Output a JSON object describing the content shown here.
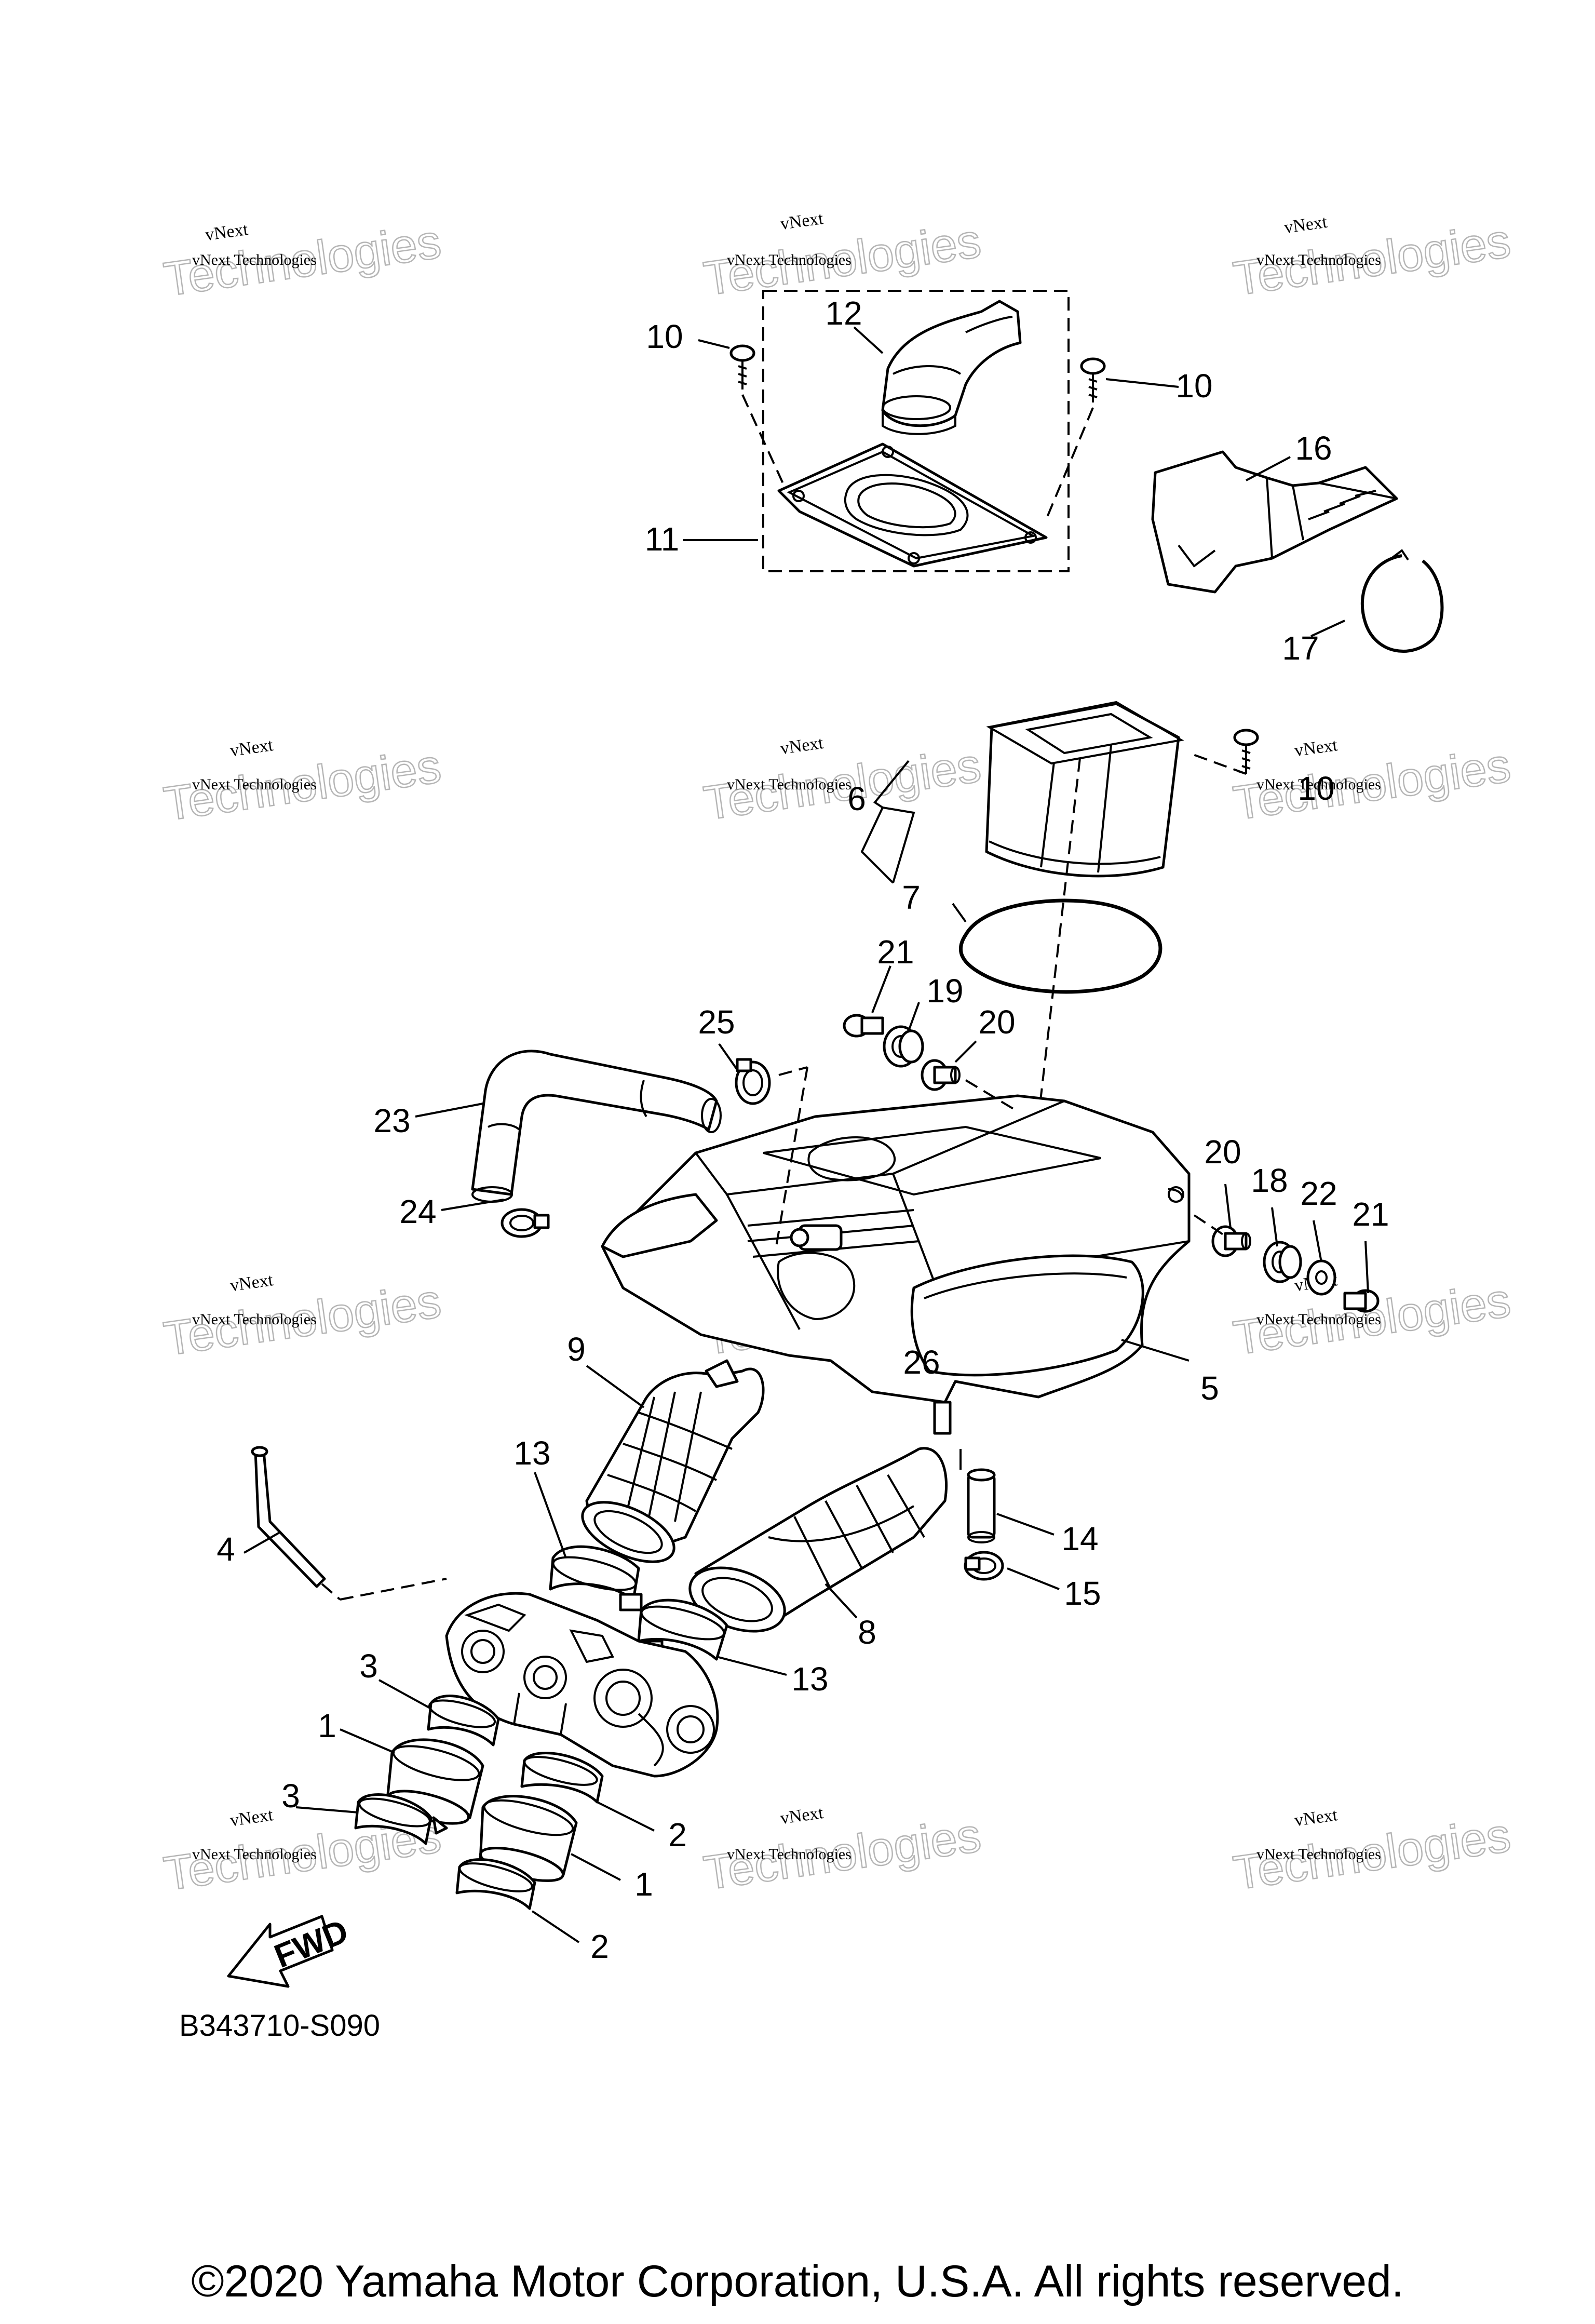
{
  "watermark": {
    "line_top": "vNext",
    "line_mid": "vNext Technologies",
    "line_big": "Technologies"
  },
  "callouts": [
    "1",
    "1",
    "2",
    "2",
    "3",
    "3",
    "4",
    "5",
    "6",
    "7",
    "8",
    "9",
    "10",
    "10",
    "10",
    "11",
    "12",
    "13",
    "13",
    "14",
    "15",
    "16",
    "17",
    "18",
    "19",
    "20",
    "20",
    "21",
    "21",
    "22",
    "23",
    "24",
    "25",
    "26"
  ],
  "fwd_label": "FWD",
  "diagram_code": "B343710-S090",
  "copyright": "©2020 Yamaha Motor Corporation, U.S.A. All rights reserved."
}
